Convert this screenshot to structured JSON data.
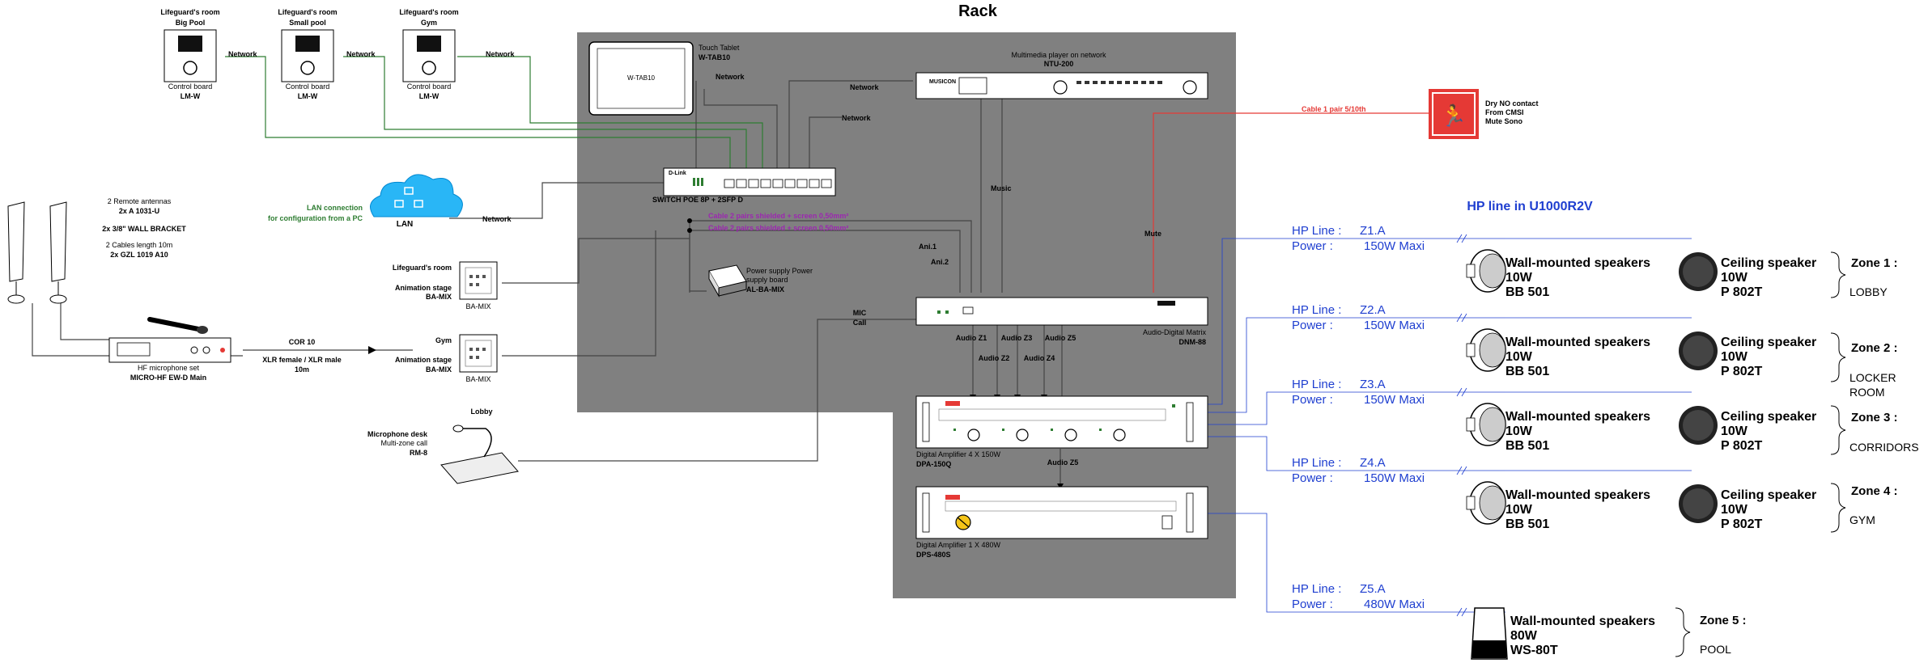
{
  "rack": {
    "title": "Rack"
  },
  "lifeguard_boards": [
    {
      "title": "Lifeguard's room",
      "sub": "Big Pool",
      "label": "Control board",
      "model": "LM-W",
      "net": "Network"
    },
    {
      "title": "Lifeguard's room",
      "sub": "Small pool",
      "label": "Control board",
      "model": "LM-W",
      "net": "Network"
    },
    {
      "title": "Lifeguard's room",
      "sub": "Gym",
      "label": "Control board",
      "model": "LM-W",
      "net": "Network"
    }
  ],
  "tablet": {
    "screen": "W-TAB10",
    "label": "Touch Tablet",
    "model": "W-TAB10",
    "net": "Network"
  },
  "switch": {
    "brand": "D-Link",
    "label": "SWITCH POE 8P + 2SFP D",
    "net1": "Network",
    "net2": "Network"
  },
  "player": {
    "brand": "MUSICON",
    "label": "Multimedia player on network",
    "model": "NTU-200",
    "audio": "Music"
  },
  "fire": {
    "line1": "Dry NO contact",
    "line2": "From CMSI",
    "line3": "Mute Sono",
    "cable": "Cable 1 pair 5/10th",
    "mute": "Mute"
  },
  "lan": {
    "cloud": "LAN",
    "line1": "LAN connection",
    "line2": "for configuration from a PC",
    "net": "Network"
  },
  "cables": {
    "c1": "Cable 2 pairs shielded + screen 0,50mm²",
    "c2": "Cable 2 pairs shielded + screen 0,50mm²",
    "ani1": "Ani.1",
    "ani2": "Ani.2"
  },
  "antennas": {
    "l1": "2 Remote antennas",
    "l2": "2x A 1031-U",
    "l3": "2x 3/8\" WALL BRACKET",
    "l4": "2 Cables length 10m",
    "l5": "2x GZL 1019 A10"
  },
  "mic_set": {
    "label": "HF microphone set",
    "model": "MICRO-HF EW-D Main",
    "cable": "COR 10",
    "conn": "XLR female / XLR male",
    "len": "10m"
  },
  "ba_mix1": {
    "room": "Lifeguard's room",
    "stage": "Animation stage",
    "model": "BA-MIX",
    "tag": "BA-MIX"
  },
  "ba_mix2": {
    "room": "Gym",
    "stage": "Animation stage",
    "model": "BA-MIX",
    "tag": "BA-MIX"
  },
  "psu": {
    "l1": "Power supply Power",
    "l2": "supply board",
    "model": "AL-BA-MIX"
  },
  "mic_call": {
    "l1": "MIC",
    "l2": "Call"
  },
  "desk": {
    "room": "Lobby",
    "l1": "Microphone desk",
    "l2": "Multi-zone call",
    "model": "RM-8"
  },
  "matrix": {
    "label": "Audio-Digital Matrix",
    "model": "DNM-88"
  },
  "zones_audio": {
    "z1": "Audio Z1",
    "z2": "Audio Z2",
    "z3": "Audio Z3",
    "z4": "Audio Z4",
    "z5": "Audio Z5",
    "z6": "Audio Z5"
  },
  "amp4": {
    "label": "Digital Amplifier 4 X 150W",
    "model": "DPA-150Q"
  },
  "amp1": {
    "label": "Digital Amplifier 1 X 480W",
    "model": "DPS-480S"
  },
  "hp_title": "HP line in U1000R2V",
  "hp_lines": [
    {
      "hp": "HP Line :",
      "zone": "Z1.A",
      "power": "Power :",
      "watts": "150W Maxi"
    },
    {
      "hp": "HP Line :",
      "zone": "Z2.A",
      "power": "Power :",
      "watts": "150W Maxi"
    },
    {
      "hp": "HP Line :",
      "zone": "Z3.A",
      "power": "Power :",
      "watts": "150W Maxi"
    },
    {
      "hp": "HP Line :",
      "zone": "Z4.A",
      "power": "Power :",
      "watts": "150W Maxi"
    },
    {
      "hp": "HP Line :",
      "zone": "Z5.A",
      "power": "Power :",
      "watts": "480W Maxi"
    }
  ],
  "wall_speakers": [
    {
      "l1": "Wall-mounted speakers",
      "l2": "10W",
      "l3": "BB 501"
    },
    {
      "l1": "Wall-mounted speakers",
      "l2": "10W",
      "l3": "BB 501"
    },
    {
      "l1": "Wall-mounted speakers",
      "l2": "10W",
      "l3": "BB 501"
    },
    {
      "l1": "Wall-mounted speakers",
      "l2": "10W",
      "l3": "BB 501"
    },
    {
      "l1": "Wall-mounted speakers",
      "l2": "80W",
      "l3": "WS-80T"
    }
  ],
  "ceiling_speakers": [
    {
      "l1": "Ceiling speaker",
      "l2": "10W",
      "l3": "P 802T"
    },
    {
      "l1": "Ceiling speaker",
      "l2": "10W",
      "l3": "P 802T"
    },
    {
      "l1": "Ceiling speaker",
      "l2": "10W",
      "l3": "P 802T"
    },
    {
      "l1": "Ceiling speaker",
      "l2": "10W",
      "l3": "P 802T"
    }
  ],
  "zones": [
    {
      "title": "Zone 1 :",
      "name": "LOBBY",
      "name2": ""
    },
    {
      "title": "Zone 2 :",
      "name": "LOCKER",
      "name2": "ROOM"
    },
    {
      "title": "Zone 3 :",
      "name": "CORRIDORS",
      "name2": ""
    },
    {
      "title": "Zone 4 :",
      "name": "GYM",
      "name2": ""
    },
    {
      "title": "Zone 5 :",
      "name": "POOL",
      "name2": ""
    }
  ],
  "colors": {
    "rack": "#808080",
    "network": "#2e7d32",
    "cable_purple": "#9c27b0",
    "red": "#e53935",
    "blue": "#1f3fd0",
    "lan": "#29b6f6"
  }
}
